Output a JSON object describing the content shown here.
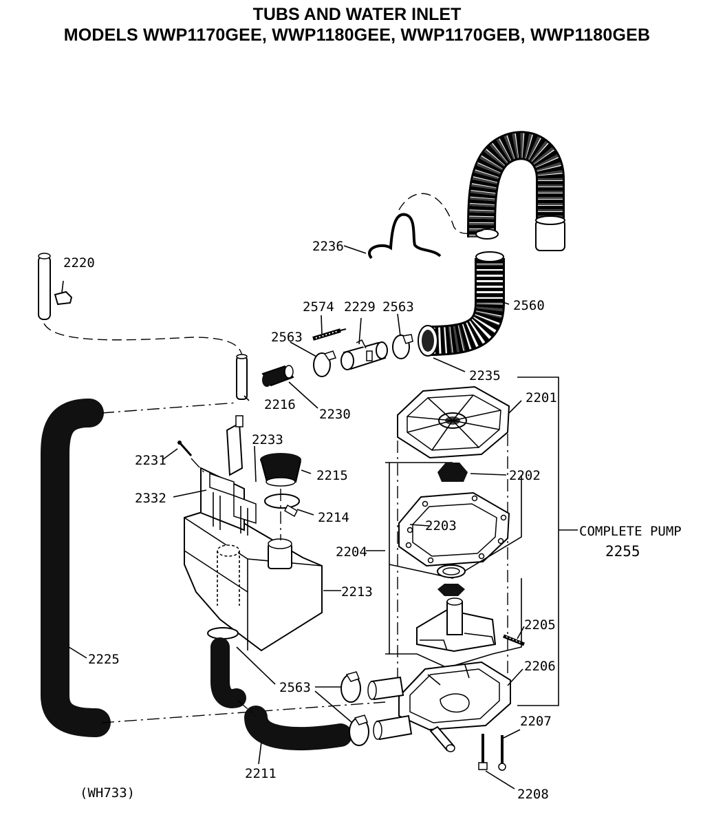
{
  "title": {
    "line1": "TUBS AND WATER INLET",
    "line2": "MODELS WWP1170GEE, WWP1180GEE, WWP1170GEB, WWP1180GEB"
  },
  "diagram_code": "(WH733)",
  "callouts": {
    "p2236": "2236",
    "p2220": "2220",
    "p2574": "2574",
    "p2229": "2229",
    "p2563a": "2563",
    "p2563b": "2563",
    "p2560": "2560",
    "p2235": "2235",
    "p2216": "2216",
    "p2230": "2230",
    "p2201": "2201",
    "p2231": "2231",
    "p2233": "2233",
    "p2215": "2215",
    "p2202": "2202",
    "p2332": "2332",
    "p2214": "2214",
    "p2203": "2203",
    "p2204": "2204",
    "p2213": "2213",
    "p2205": "2205",
    "p2225": "2225",
    "p2206": "2206",
    "p2563c": "2563",
    "p2207": "2207",
    "p2211": "2211",
    "p2208": "2208"
  },
  "complete_pump": {
    "label": "COMPLETE PUMP",
    "number": "2255"
  }
}
